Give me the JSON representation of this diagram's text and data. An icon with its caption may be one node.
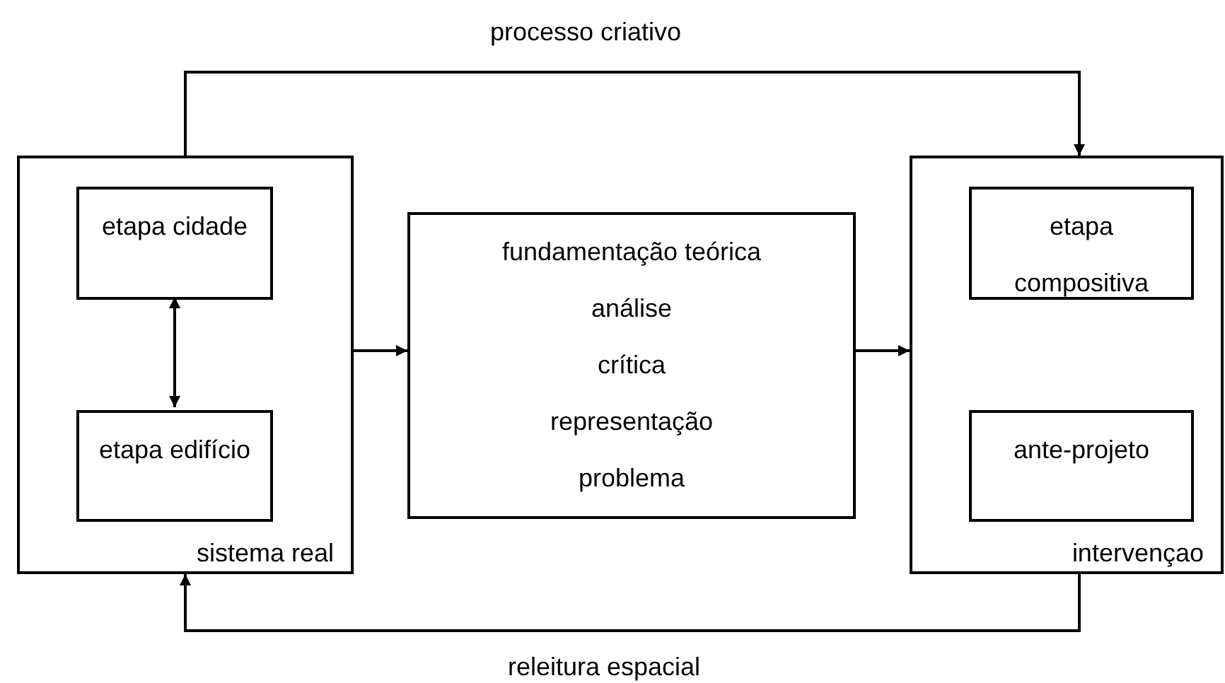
{
  "diagram": {
    "nodes": [
      {
        "text": [
          "sistema real"
        ]
      },
      {
        "text": [
          "etapa cidade"
        ],
        "in": 0
      },
      {
        "text": [
          "etapa edifício"
        ],
        "in": 0
      },
      {
        "text": [
          "fundamentação teórica",
          "análise",
          "crítica",
          "representação",
          "problema"
        ]
      },
      {
        "text": [
          "intervençao"
        ]
      },
      {
        "text": [
          "etapa compositiva"
        ],
        "in": 4
      },
      {
        "text": [
          "ante-projeto"
        ],
        "in": 4
      }
    ],
    "edges": [
      {
        "from": 1,
        "to": 2,
        "arrow": "both"
      },
      {
        "from": 0,
        "to": 3,
        "arrow": "to"
      },
      {
        "from": 3,
        "to": 4,
        "arrow": "to"
      },
      {
        "from": 0,
        "to": 4,
        "arrow": "to",
        "label": "processo criativo"
      },
      {
        "from": 4,
        "to": 0,
        "arrow": "to",
        "label": "releitura espacial"
      }
    ]
  }
}
